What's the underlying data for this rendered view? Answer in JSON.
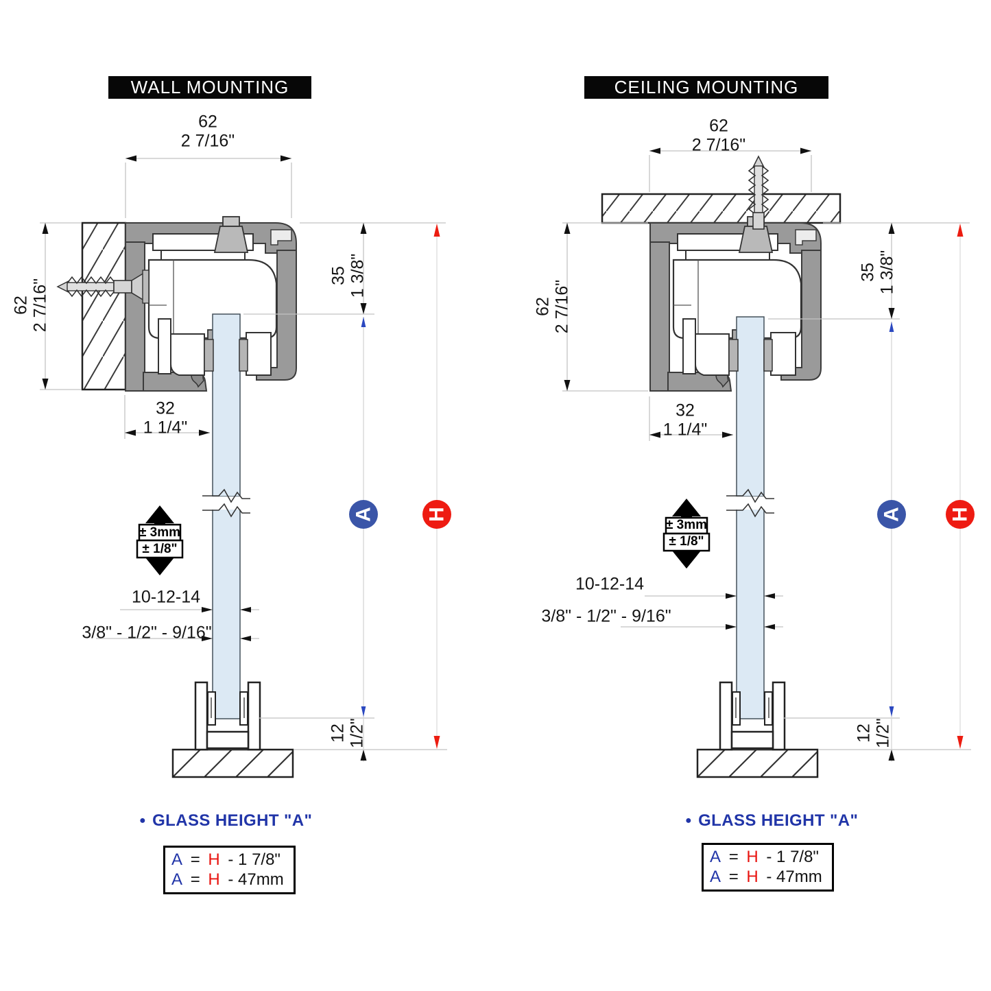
{
  "diagrams": {
    "left": {
      "title": "WALL MOUNTING"
    },
    "right": {
      "title": "CEILING MOUNTING"
    }
  },
  "dimensions": {
    "track_width_mm": "62",
    "track_width_in": "2 7/16\"",
    "track_height_mm": "62",
    "track_height_in": "2 7/16\"",
    "glass_to_top_mm": "35",
    "glass_to_top_in": "1 3/8\"",
    "wall_to_glass_mm": "32",
    "wall_to_glass_in": "1 1/4\"",
    "adjustment_mm": "± 3mm",
    "adjustment_in": "± 1/8\"",
    "glass_thickness_mm": "10-12-14",
    "glass_thickness_in": "3/8\" - 1/2\" - 9/16\"",
    "floor_gap_mm": "12",
    "floor_gap_in": "1/2\"",
    "glass_height_label": "A",
    "opening_height_label": "H"
  },
  "legend": {
    "bullet": "●",
    "glass_height_title": "GLASS HEIGHT \"A\"",
    "formula_line1": {
      "a": "A",
      "eq": "=",
      "h": "H",
      "rest": "- 1 7/8\""
    },
    "formula_line2": {
      "a": "A",
      "eq": "=",
      "h": "H",
      "rest": "- 47mm"
    }
  },
  "colors": {
    "marker_blue": "#3a55a8",
    "marker_red": "#ee1b12",
    "glass_fill": "#dce9f4",
    "track_gray": "#9a9a9a"
  }
}
